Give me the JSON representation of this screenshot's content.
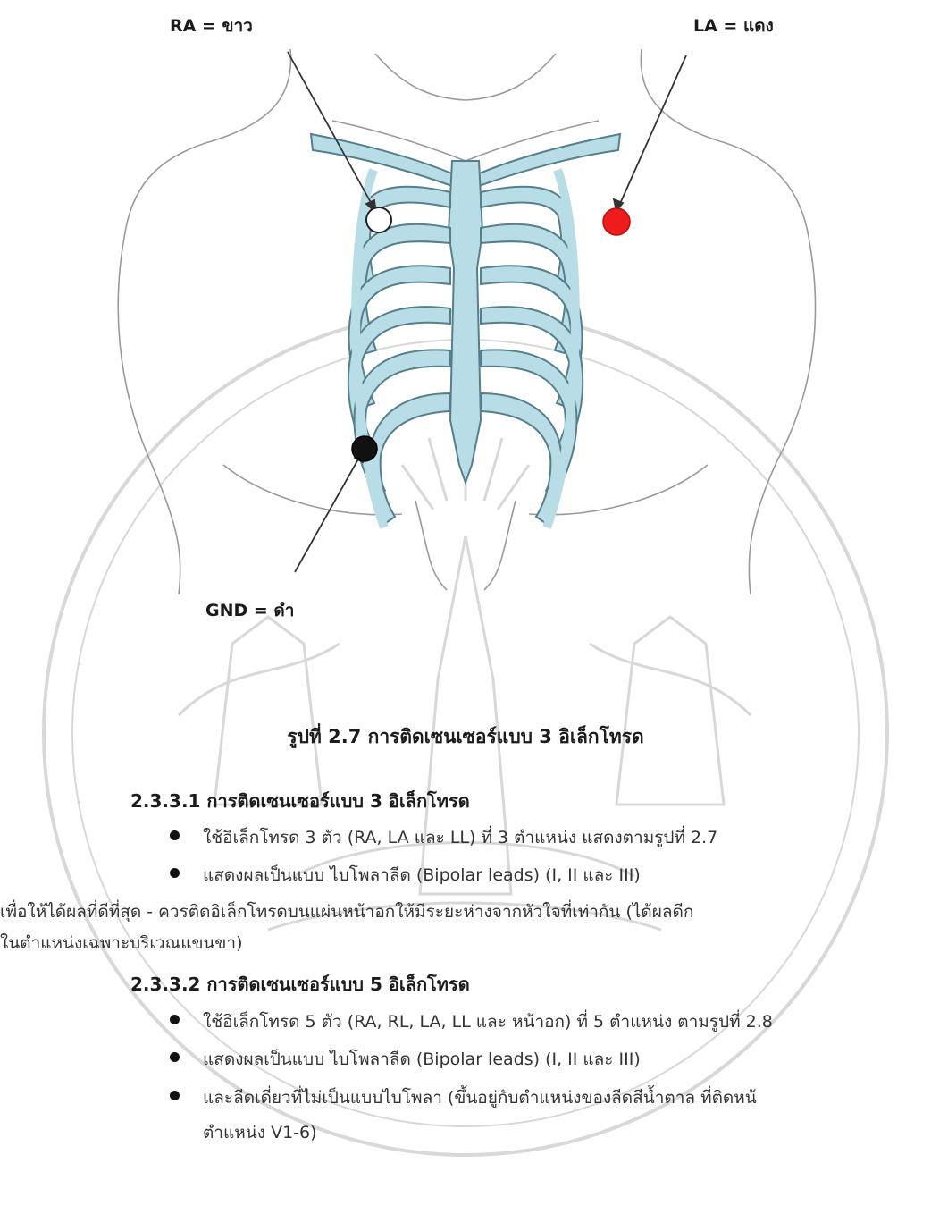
{
  "figure": {
    "labels": {
      "ra": "RA =  ขาว",
      "la": "LA = แดง",
      "gnd": "GND = ดำ"
    },
    "colors": {
      "skin_line": "#9a9a9a",
      "bone_fill": "#b9dde6",
      "bone_stroke": "#557f8c",
      "electrode_ra": "#ffffff",
      "electrode_la": "#ee1c1c",
      "electrode_gnd": "#111111",
      "watermark": "#d7d7d7"
    },
    "caption": "รูปที่ 2.7 การติดเซนเซอร์แบบ 3 อิเล็กโทรด"
  },
  "section_1": {
    "heading": "2.3.3.1 การติดเซนเซอร์แบบ 3 อิเล็กโทรด",
    "bullets": [
      "ใช้อิเล็กโทรด 3 ตัว (RA, LA และ LL) ที่ 3 ตำแหน่ง แสดงตามรูปที่ 2.7",
      "แสดงผลเป็นแบบ ไบโพลาลีด (Bipolar leads) (I, II และ III)"
    ],
    "paragraph_lines": [
      "เพื่อให้ได้ผลที่ดีที่สุด - ควรติดอิเล็กโทรดบนแผ่นหน้าอกให้มีระยะห่างจากหัวใจที่เท่ากัน (ได้ผลดีก",
      "ในตำแหน่งเฉพาะบริเวณแขนขา)"
    ]
  },
  "section_2": {
    "heading": "2.3.3.2 การติดเซนเซอร์แบบ 5 อิเล็กโทรด",
    "bullets": [
      "ใช้อิเล็กโทรด 5 ตัว (RA, RL, LA, LL และ หน้าอก) ที่ 5 ตำแหน่ง ตามรูปที่ 2.8",
      "แสดงผลเป็นแบบ ไบโพลาลีด (Bipolar leads) (I, II และ III)",
      "และลีดเดี่ยวที่ไม่เป็นแบบไบโพลา (ขึ้นอยู่กับตำแหน่งของลีดสีน้ำตาล ที่ติดหน้"
    ],
    "bullet_continuation": "ตำแหน่ง V1-6)"
  }
}
